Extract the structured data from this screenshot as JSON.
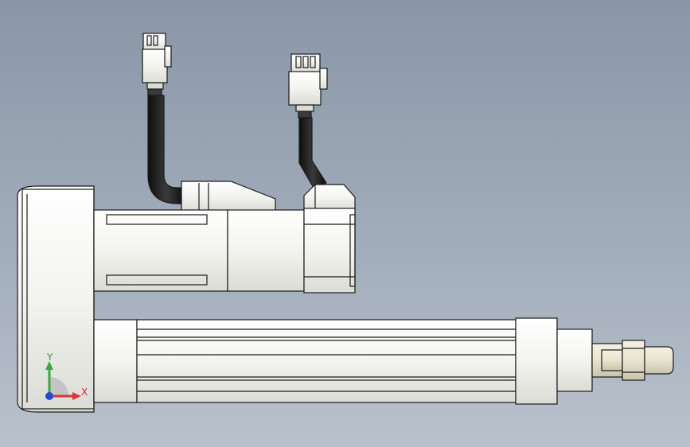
{
  "viewport": {
    "background_top": "#8a96a6",
    "background_bottom": "#b9c1cc"
  },
  "model": {
    "parts": [
      "connector",
      "cable",
      "motor",
      "housing",
      "actuator-tube",
      "piston-rod",
      "nut"
    ],
    "line_color": "#1a1a1a",
    "body_color": "#f2f2ee",
    "cable_color": "#1c1c1c"
  },
  "triad": {
    "x_label": "X",
    "y_label": "Y",
    "x_color": "#d43a3a",
    "y_color": "#3aa64a",
    "z_color": "#2a46d0"
  }
}
